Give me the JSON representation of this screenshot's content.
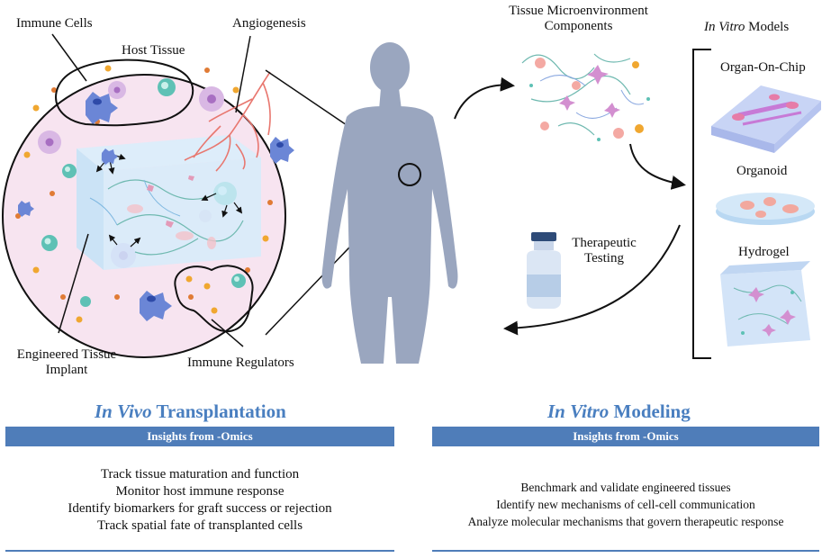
{
  "labels": {
    "immune_cells": "Immune Cells",
    "host_tissue": "Host Tissue",
    "angiogenesis": "Angiogenesis",
    "engineered_implant_line1": "Engineered Tissue",
    "engineered_implant_line2": "Implant",
    "immune_regulators": "Immune Regulators",
    "tme_line1": "Tissue Microenvironment",
    "tme_line2": "Components",
    "invitro_models_italic": "In Vitro",
    "invitro_models_rest": " Models",
    "organ_on_chip": "Organ-On-Chip",
    "organoid": "Organoid",
    "hydrogel": "Hydrogel",
    "therapeutic_line1": "Therapeutic",
    "therapeutic_line2": "Testing"
  },
  "left_section": {
    "title_italic": "In Vivo",
    "title_rest": " Transplantation",
    "bar_label": "Insights from -Omics",
    "items": [
      "Track tissue maturation and function",
      "Monitor host immune response",
      "Identify biomarkers for graft success or rejection",
      "Track spatial fate of transplanted cells"
    ]
  },
  "right_section": {
    "title_italic": "In Vitro",
    "title_rest": " Modeling",
    "bar_label": "Insights from -Omics",
    "items": [
      "Benchmark and validate engineered tissues",
      "Identify new mechanisms of cell-cell communication",
      "Analyze molecular mechanisms that govern therapeutic response"
    ]
  },
  "colors": {
    "accent_blue": "#4f7db9",
    "title_blue": "#4a7fc0",
    "host_tissue_fill": "#f7e4f0",
    "silhouette": "#9aa6bf",
    "vessel": "#e8776f"
  }
}
